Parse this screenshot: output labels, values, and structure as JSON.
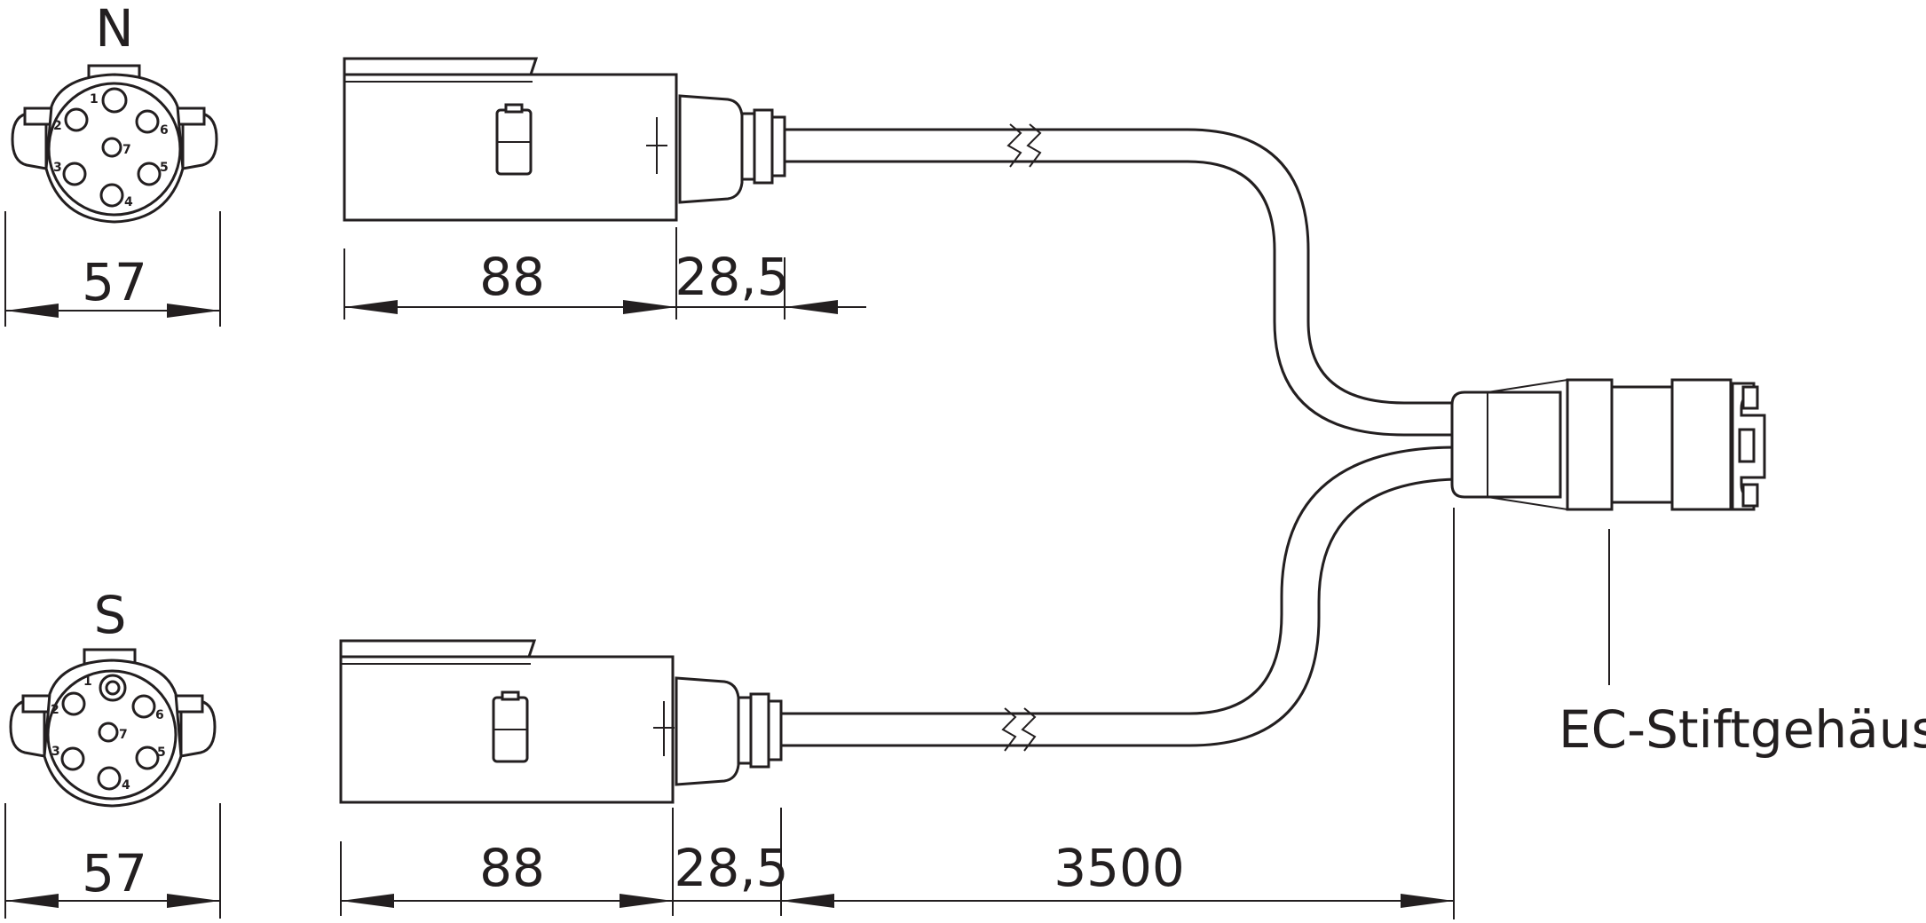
{
  "connectors": {
    "top": {
      "label": "N",
      "width_dim": "57",
      "pin_numbers": [
        "1",
        "2",
        "3",
        "4",
        "5",
        "6",
        "7"
      ]
    },
    "bottom": {
      "label": "S",
      "width_dim": "57",
      "pin_numbers": [
        "1",
        "2",
        "3",
        "4",
        "5",
        "6",
        "7"
      ]
    }
  },
  "dimensions": {
    "top_body_length": "88",
    "top_neck_length": "28,5",
    "bottom_body_length": "88",
    "bottom_neck_length": "28,5",
    "cable_length": "3500"
  },
  "callout": {
    "plug_label": "EC-Stiftgehäuse"
  }
}
